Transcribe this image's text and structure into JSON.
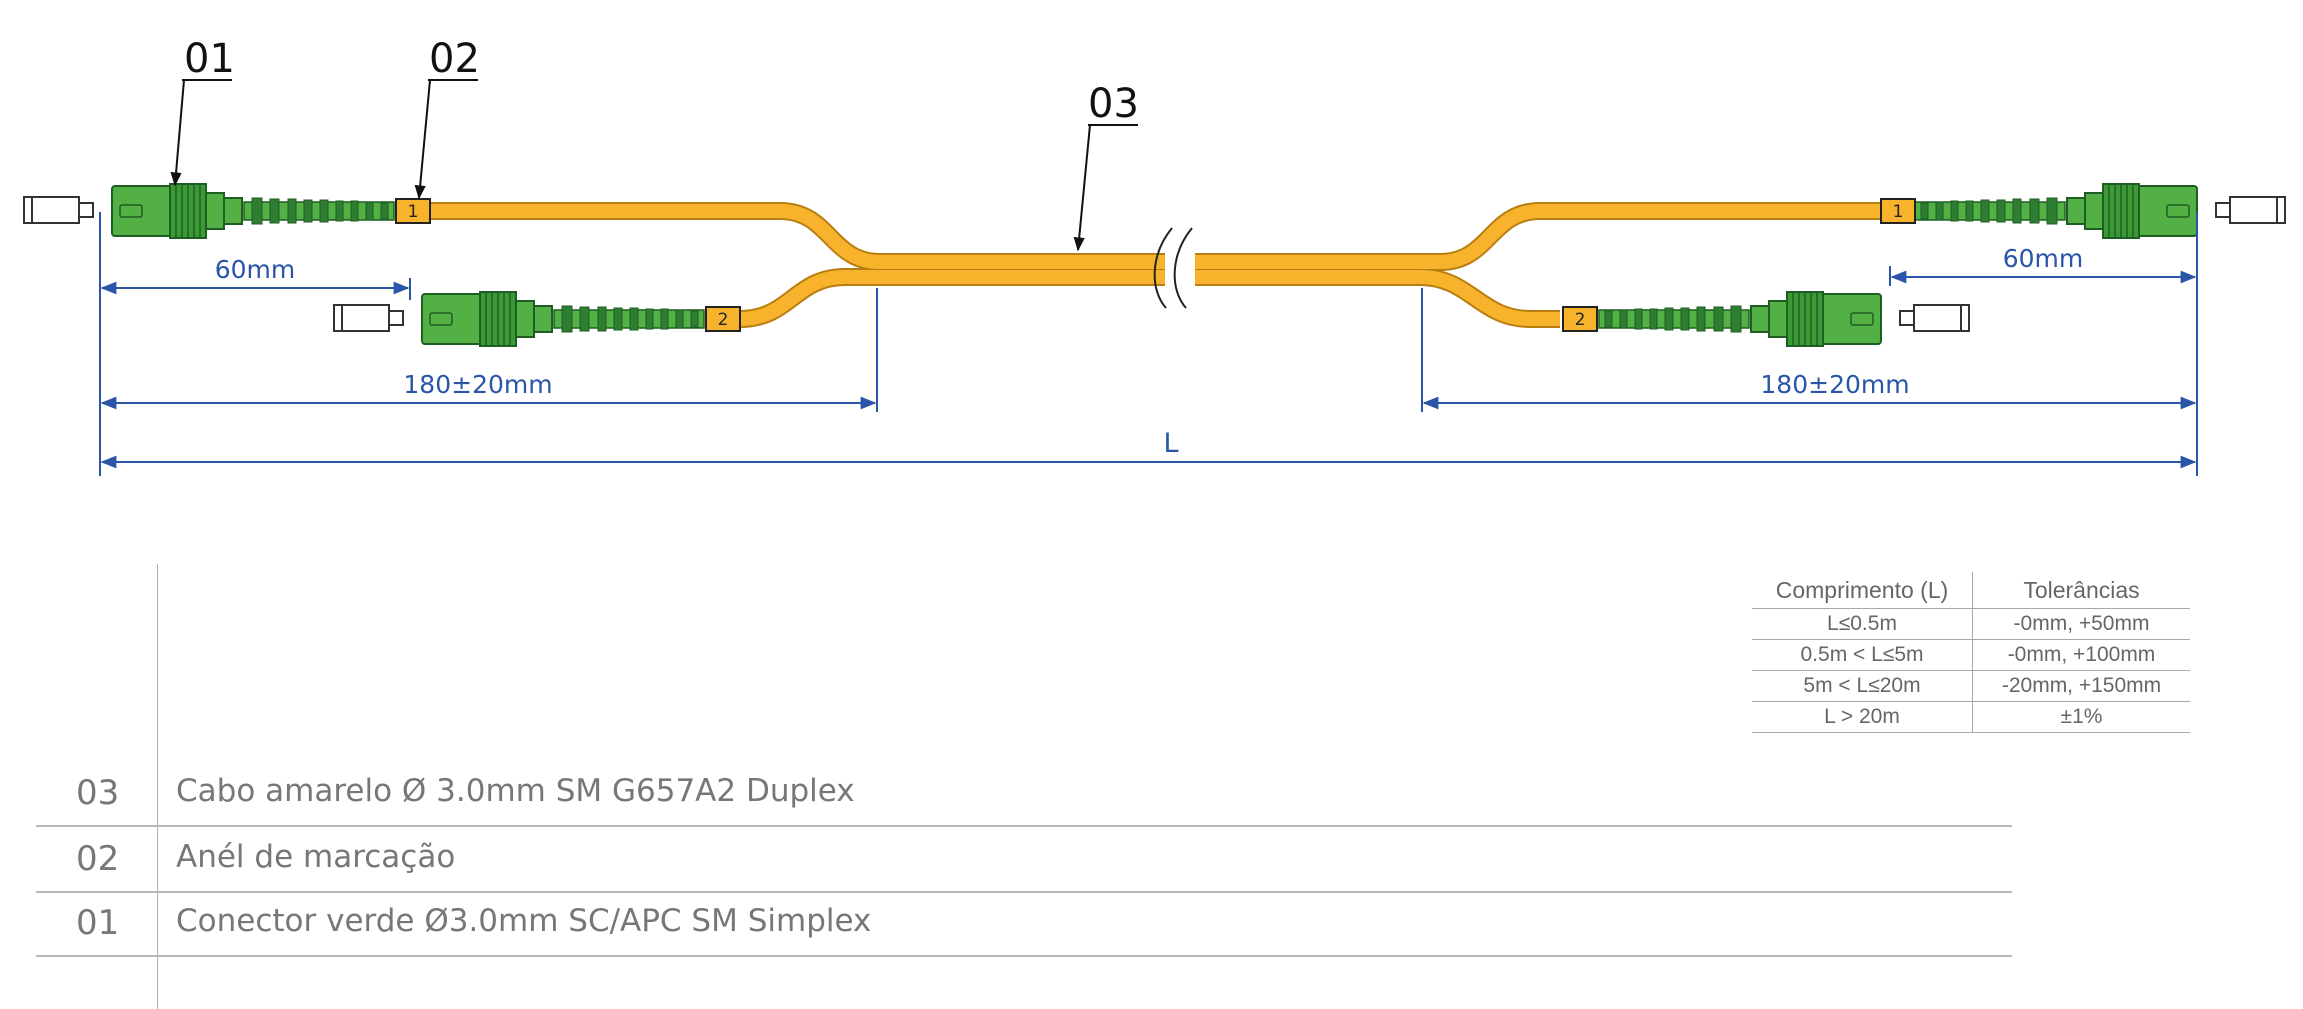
{
  "callouts": {
    "c01": "01",
    "c02": "02",
    "c03": "03"
  },
  "dimensions": {
    "left_connector_length": "60mm",
    "right_connector_length": "60mm",
    "left_breakout_length": "180±20mm",
    "right_breakout_length": "180±20mm",
    "total_length": "L"
  },
  "ring_labels": {
    "ring1": "1",
    "ring2": "2"
  },
  "tolerance_table": {
    "headers": [
      "Comprimento (L)",
      "Tolerâncias"
    ],
    "rows": [
      [
        "L≤0.5m",
        "-0mm,  +50mm"
      ],
      [
        "0.5m < L≤5m",
        "-0mm,  +100mm"
      ],
      [
        "5m < L≤20m",
        "-20mm,  +150mm"
      ],
      [
        "L > 20m",
        "±1%"
      ]
    ]
  },
  "parts": [
    {
      "number": "03",
      "description": "Cabo amarelo Ø 3.0mm SM G657A2 Duplex"
    },
    {
      "number": "02",
      "description": "Anél de marcação"
    },
    {
      "number": "01",
      "description": "Conector verde Ø3.0mm SC/APC SM Simplex"
    }
  ],
  "colors": {
    "cable": "#f7b32b",
    "cable_outline": "#b87e10",
    "connector": "#52b044",
    "connector_dark": "#2e7d32",
    "dimension": "#2a55a8",
    "text_gray": "#777777"
  }
}
